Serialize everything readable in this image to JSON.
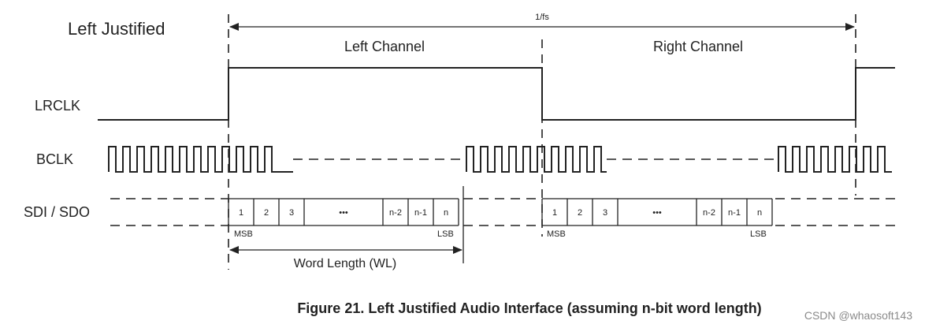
{
  "diagram": {
    "title": "Left Justified",
    "period_label": "1/fs",
    "channels": {
      "left": "Left Channel",
      "right": "Right Channel"
    },
    "signals": {
      "lrclk": "LRCLK",
      "bclk": "BCLK",
      "sdi_sdo": "SDI / SDO"
    },
    "words": {
      "cells": [
        "1",
        "2",
        "3",
        "•••",
        "n-2",
        "n-1",
        "n"
      ],
      "msb": "MSB",
      "lsb": "LSB"
    },
    "word_length_label": "Word Length (WL)",
    "caption": "Figure 21.  Left Justified Audio Interface (assuming n-bit word length)",
    "watermark": "CSDN @whaosoft143"
  }
}
